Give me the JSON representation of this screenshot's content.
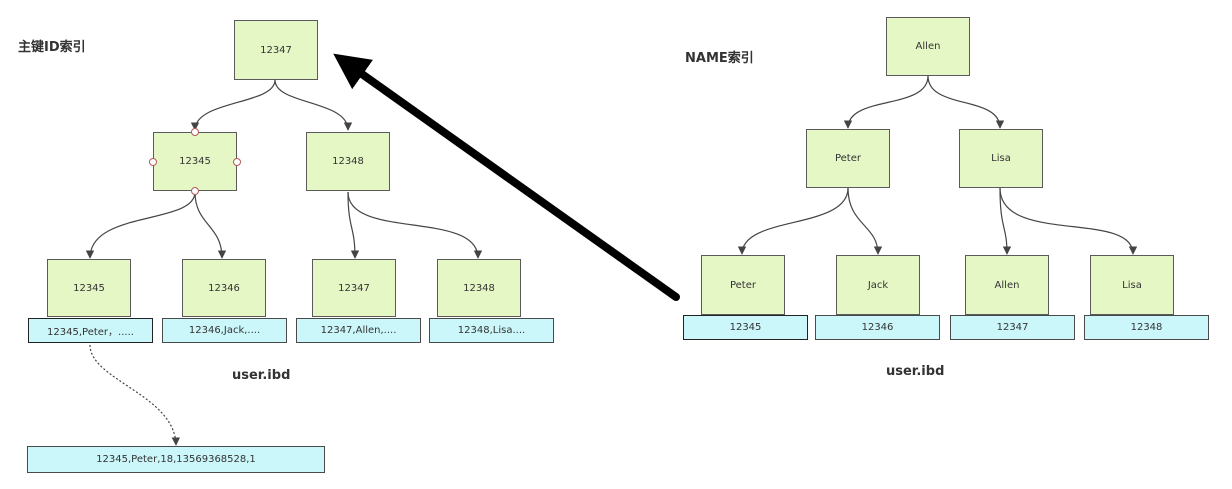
{
  "left_tree": {
    "title": "主键ID索引",
    "root": "12347",
    "level1": [
      "12345",
      "12348"
    ],
    "level2": [
      "12345",
      "12346",
      "12347",
      "12348"
    ],
    "leaf_data": [
      "12345,Peter，.....",
      "12346,Jack,....",
      "12347,Allen,....",
      "12348,Lisa...."
    ],
    "file_label": "user.ibd",
    "row_detail": "12345,Peter,18,13569368528,1"
  },
  "right_tree": {
    "title": "NAME索引",
    "root": "Allen",
    "level1": [
      "Peter",
      "Lisa"
    ],
    "level2": [
      "Peter",
      "Jack",
      "Allen",
      "Lisa"
    ],
    "leaf_data": [
      "12345",
      "12346",
      "12347",
      "12348"
    ],
    "file_label": "user.ibd"
  },
  "colors": {
    "node_fill": "#e6f7c6",
    "leaf_fill": "#cbf7fb",
    "edge": "#444444",
    "big_arrow": "#000000"
  }
}
